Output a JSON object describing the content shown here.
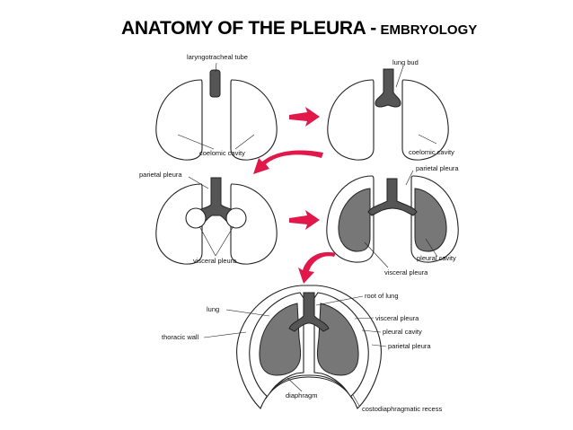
{
  "title": {
    "main": "ANATOMY OF THE PLEURA -",
    "sub": "EMBRYOLOGY"
  },
  "colors": {
    "arrow": "#e0194a",
    "lung_fill": "#777777",
    "tube_fill": "#555555"
  },
  "labels": {
    "laryngotracheal_tube": "laryngotracheal tube",
    "coelomic_cavity_1": "coelomic cavity",
    "lung_bud": "lung bud",
    "coelomic_cavity_2": "coelomic cavity",
    "parietal_pleura_1": "parietal pleura",
    "visceral_pleura_1": "visceral pleura",
    "parietal_pleura_2": "parietal pleura",
    "pleural_cavity_1": "pleural cavity",
    "visceral_pleura_2": "visceral pleura",
    "lung": "lung",
    "thoracic_wall": "thoracic wall",
    "root_of_lung": "root of lung",
    "visceral_pleura_3": "visceral pleura",
    "pleural_cavity_2": "pleural cavity",
    "parietal_pleura_3": "parietal pleura",
    "diaphragm": "diaphragm",
    "costodiaphragmatic_recess": "costodiaphragmatic recess"
  }
}
